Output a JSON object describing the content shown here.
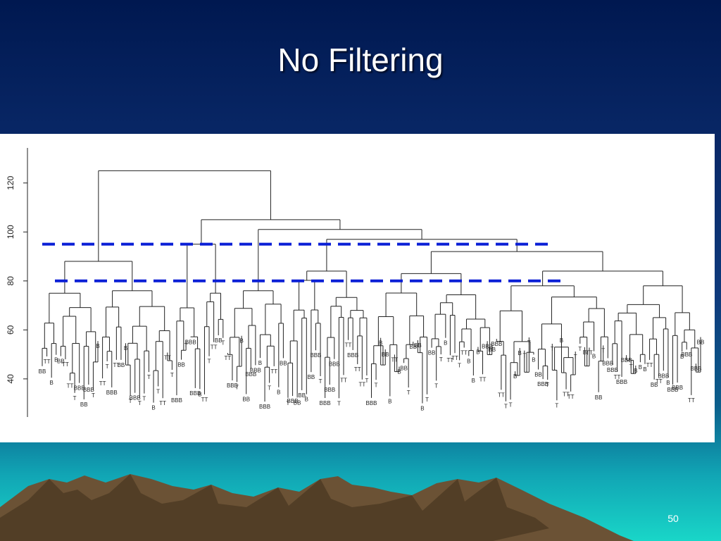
{
  "slide": {
    "title": "No Filtering",
    "page_number": "50"
  },
  "colors": {
    "background_top": "#001850",
    "background_bottom": "#19d6c8",
    "threshold_lines": "#0a1fd6",
    "mountains": "#6b5235"
  },
  "chart_data": {
    "type": "dendrogram",
    "title": "",
    "xlabel": "",
    "ylabel": "",
    "ylim": [
      25,
      130
    ],
    "yticks": [
      "40",
      "60",
      "80",
      "100",
      "120"
    ],
    "root_height": 125,
    "cut_lines": [
      95,
      80
    ],
    "leaf_label_examples": [
      "B",
      "BB",
      "BBB",
      "T",
      "TT"
    ]
  }
}
